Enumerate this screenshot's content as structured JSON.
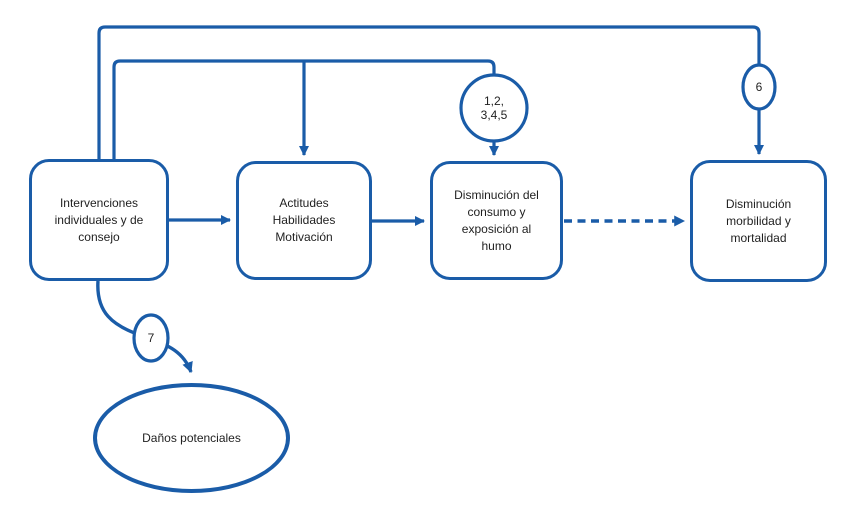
{
  "diagram": {
    "colors": {
      "line": "#1A5CA8",
      "text": "#1F1F1F",
      "background": "#FFFFFF"
    },
    "nodes": [
      {
        "id": "interventions",
        "shape": "rounded-rect",
        "label": "Intervenciones\nindividuales y de\nconsejo"
      },
      {
        "id": "attitudes",
        "shape": "rounded-rect",
        "label": "Actitudes\nHabilidades\nMotivación"
      },
      {
        "id": "consumption",
        "shape": "rounded-rect",
        "label": "Disminución del\nconsumo y\nexposición al\nhumo"
      },
      {
        "id": "morbidity",
        "shape": "rounded-rect",
        "label": "Disminución\nmorbilidad y\nmortalidad"
      },
      {
        "id": "harms",
        "shape": "ellipse",
        "label": "Daños potenciales"
      }
    ],
    "badges": [
      {
        "id": "badge-12345",
        "label": "1,2,\n3,4,5"
      },
      {
        "id": "badge-6",
        "label": "6"
      },
      {
        "id": "badge-7",
        "label": "7"
      }
    ],
    "edges": [
      {
        "from": "interventions",
        "to": "attitudes",
        "style": "solid",
        "via": ""
      },
      {
        "from": "attitudes",
        "to": "consumption",
        "style": "solid",
        "via": ""
      },
      {
        "from": "consumption",
        "to": "morbidity",
        "style": "dashed",
        "via": ""
      },
      {
        "from": "interventions",
        "to": "attitudes",
        "style": "solid",
        "via": "top-branch"
      },
      {
        "from": "interventions",
        "to": "consumption",
        "style": "solid",
        "via": "badge-12345"
      },
      {
        "from": "interventions",
        "to": "morbidity",
        "style": "solid",
        "via": "badge-6"
      },
      {
        "from": "interventions",
        "to": "harms",
        "style": "curved",
        "via": "badge-7"
      }
    ]
  }
}
